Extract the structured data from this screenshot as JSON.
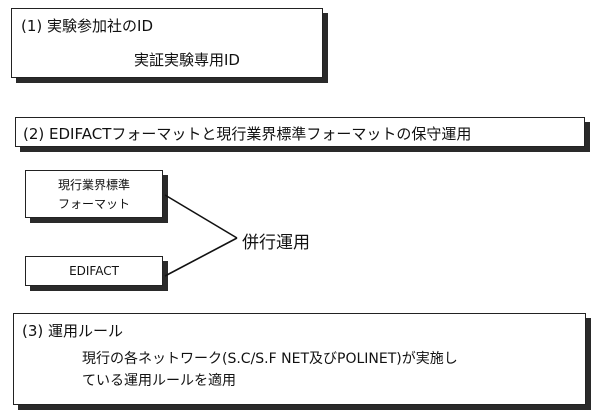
{
  "section1": {
    "heading": "(1) 実験参加社のID",
    "body": "実証実験専用ID"
  },
  "section2": {
    "heading": "(2) EDIFACTフォーマットと現行業界標準フォーマットの保守運用",
    "format_a_line1": "現行業界標準",
    "format_a_line2": "フォーマット",
    "format_b": "EDIFACT",
    "result": "併行運用"
  },
  "section3": {
    "heading": "(3) 運用ルール",
    "body_line1": "現行の各ネットワーク(S.C/S.F NET及びPOLINET)が実施し",
    "body_line2": "ている運用ルールを適用"
  }
}
